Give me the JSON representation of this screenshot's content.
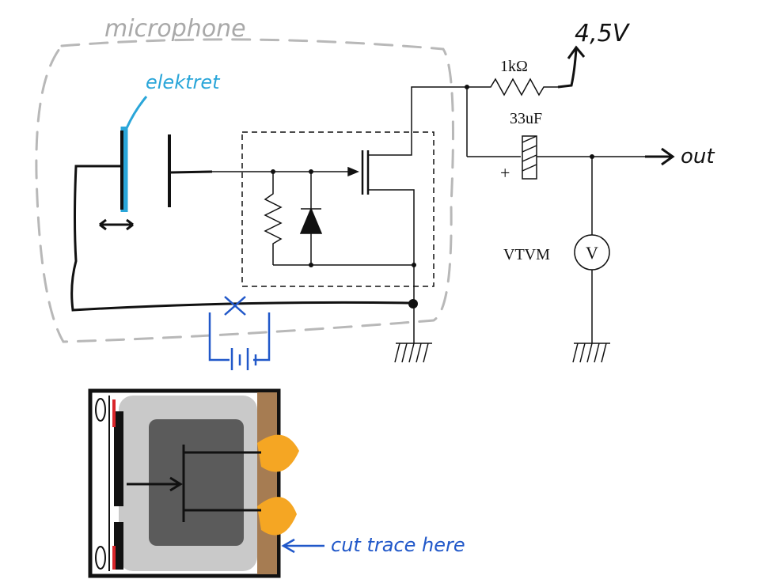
{
  "labels": {
    "microphone": "microphone",
    "elektret": "elektret",
    "supply": "4,5V",
    "resistor": "1kΩ",
    "capacitor": "33uF",
    "cap_plus": "+",
    "output": "out",
    "meter": "VTVM",
    "meter_symbol": "V",
    "cut_note": "cut trace here"
  },
  "colors": {
    "ink": "#111111",
    "dashed_outline": "#b8b8b8",
    "electret": "#2aa6d9",
    "annotation": "#2158c9",
    "pcb_gray": "#c9c9c9",
    "chip": "#5b5b5b",
    "brown_strip": "#a67c52",
    "solder": "#f5a623",
    "red_mark": "#d9252a"
  }
}
